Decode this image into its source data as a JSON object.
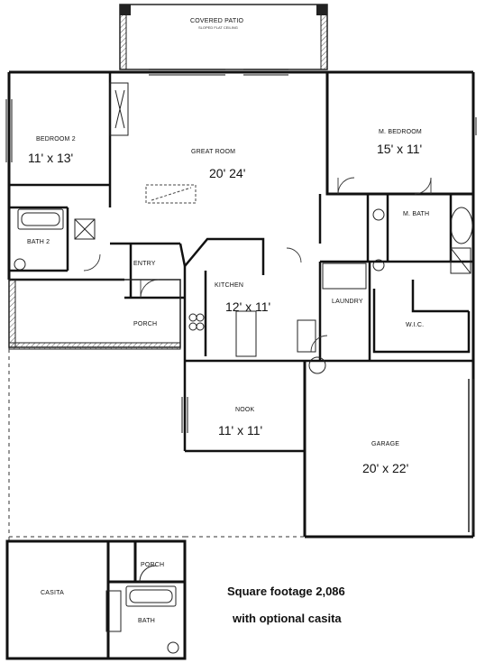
{
  "rooms": {
    "covered_patio": {
      "name": "COVERED PATIO",
      "note": "SLOPED FLAT CEILING"
    },
    "bedroom2": {
      "name": "BEDROOM 2",
      "size": "11' x 13'"
    },
    "great_room": {
      "name": "GREAT ROOM",
      "size": "20' 24'"
    },
    "master_bedroom": {
      "name": "M. BEDROOM",
      "size": "15' x 11'"
    },
    "master_bath": {
      "name": "M. BATH"
    },
    "bath2": {
      "name": "BATH 2"
    },
    "entry": {
      "name": "ENTRY"
    },
    "kitchen": {
      "name": "KITCHEN",
      "size": "12' x 11'"
    },
    "laundry": {
      "name": "LAUNDRY"
    },
    "wic": {
      "name": "W.I.C."
    },
    "porch": {
      "name": "PORCH"
    },
    "nook": {
      "name": "NOOK",
      "size": "11' x 11'"
    },
    "garage": {
      "name": "GARAGE",
      "size": "20' x 22'"
    },
    "casita": {
      "name": "CASITA"
    },
    "casita_porch": {
      "name": "PORCH"
    },
    "casita_bath": {
      "name": "BATH"
    }
  },
  "info": {
    "line1": "Square footage 2,086",
    "line2": "with optional casita"
  }
}
